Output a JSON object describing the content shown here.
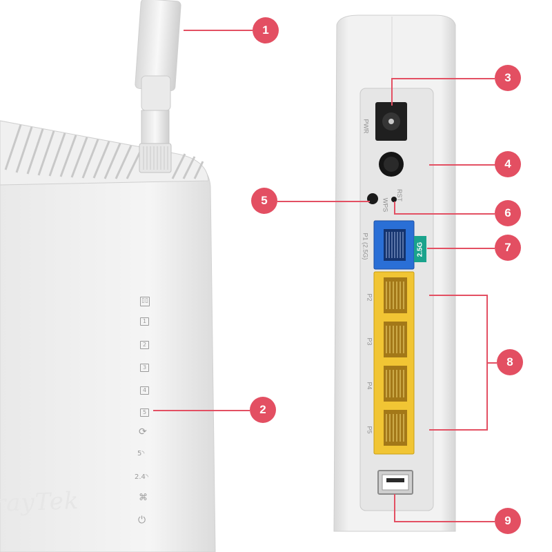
{
  "accent_color": "#e34f62",
  "callouts": [
    "1",
    "2",
    "3",
    "4",
    "5",
    "6",
    "7",
    "8",
    "9"
  ],
  "brand": "rayTek",
  "back_panel": {
    "pwr_label": "PWR",
    "rst_label": "RST",
    "wps_label": "WPS",
    "port_labels": [
      "P1 (2.5G)",
      "P2",
      "P3",
      "P4",
      "P5"
    ],
    "badge": "2.5G"
  },
  "led_icons": [
    "sim-icon",
    "lan1-icon",
    "lan2-icon",
    "lan3-icon",
    "lan4-icon",
    "lan5-icon",
    "internet-icon",
    "wifi-5g-icon",
    "wifi-24g-icon",
    "vpn-icon",
    "power-icon"
  ],
  "led_numbers": [
    "1",
    "2",
    "3",
    "4",
    "5"
  ],
  "led_wifi_labels": [
    "5",
    "2.4"
  ]
}
